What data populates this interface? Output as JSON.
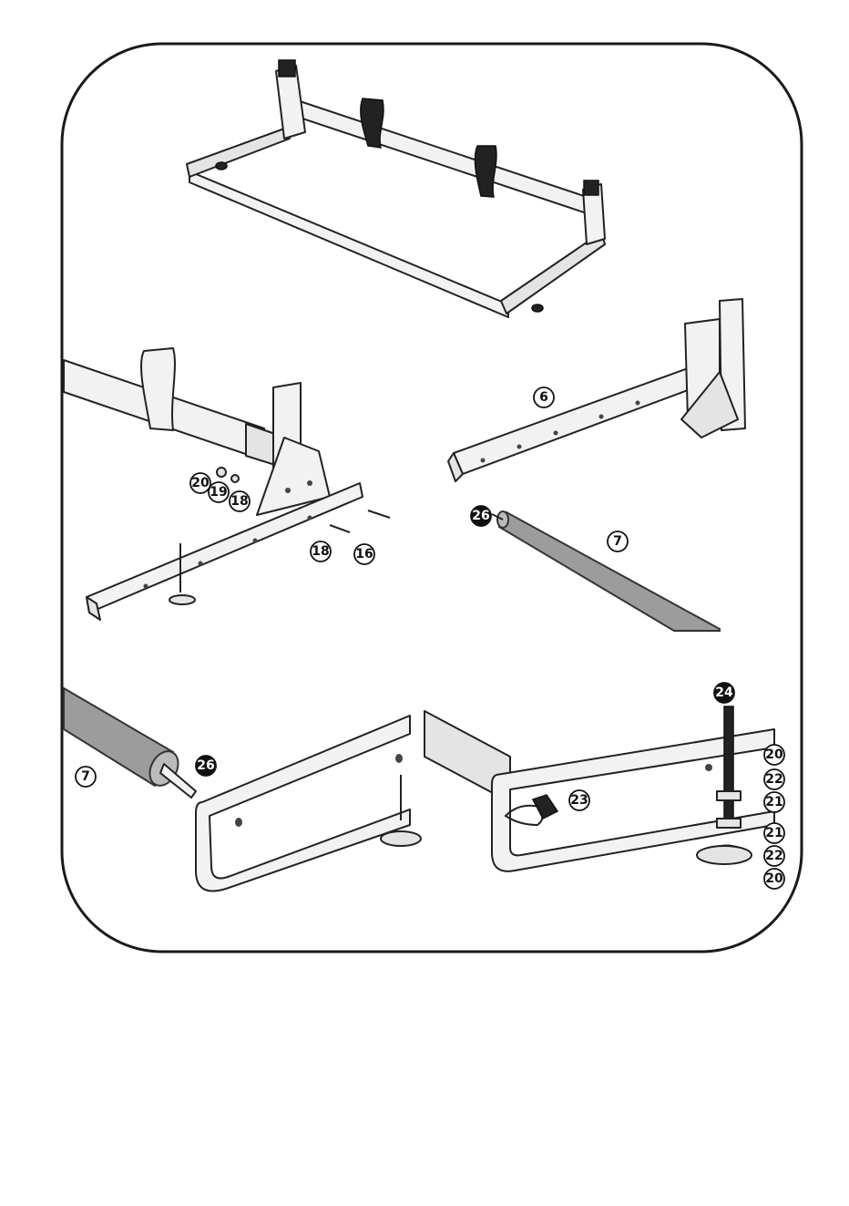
{
  "callouts": {
    "p2_20": "20",
    "p2_19": "19",
    "p2_18a": "18",
    "p2_18b": "18",
    "p2_16": "16",
    "p3_6": "6",
    "p3_26": "26",
    "p3_7": "7",
    "p4_7": "7",
    "p4_26": "26",
    "p5_24": "24",
    "p5_20a": "20",
    "p5_22a": "22",
    "p5_21a": "21",
    "p5_23": "23",
    "p5_21b": "21",
    "p5_22b": "22",
    "p5_20b": "20"
  },
  "colors": {
    "outline": "#1a1a1a",
    "tube_grey": "#9c9c9c",
    "strap_black": "#222222",
    "frame_metal": "#f2f2f2"
  }
}
